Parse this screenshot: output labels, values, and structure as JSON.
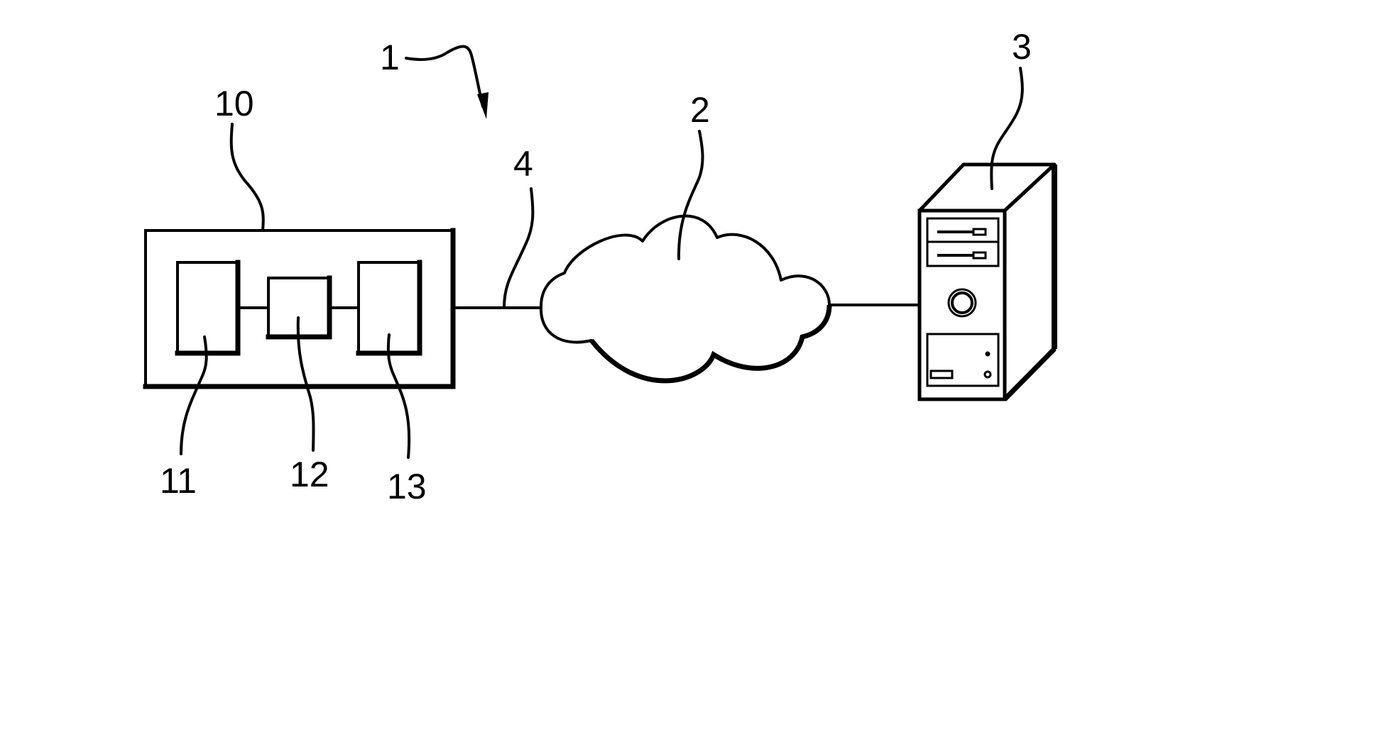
{
  "figure": {
    "type": "patent-system-diagram",
    "background": "#ffffff",
    "stroke_color": "#000000"
  },
  "labels": {
    "system": "1",
    "network": "2",
    "server": "3",
    "link": "4",
    "device": "10",
    "component_a": "11",
    "component_b": "12",
    "component_c": "13"
  },
  "elements": [
    {
      "id": "device",
      "label": "10",
      "shape": "rectangle-container",
      "contains": [
        "11",
        "12",
        "13"
      ]
    },
    {
      "id": "component_a",
      "label": "11",
      "shape": "rectangle"
    },
    {
      "id": "component_b",
      "label": "12",
      "shape": "square"
    },
    {
      "id": "component_c",
      "label": "13",
      "shape": "rectangle"
    },
    {
      "id": "network",
      "label": "2",
      "shape": "cloud-icon"
    },
    {
      "id": "server",
      "label": "3",
      "shape": "tower-computer-icon"
    },
    {
      "id": "link",
      "label": "4",
      "shape": "line"
    }
  ],
  "connections": [
    {
      "from": "11",
      "to": "12"
    },
    {
      "from": "12",
      "to": "13"
    },
    {
      "from": "10",
      "to": "2",
      "via": "4"
    },
    {
      "from": "2",
      "to": "3"
    }
  ]
}
